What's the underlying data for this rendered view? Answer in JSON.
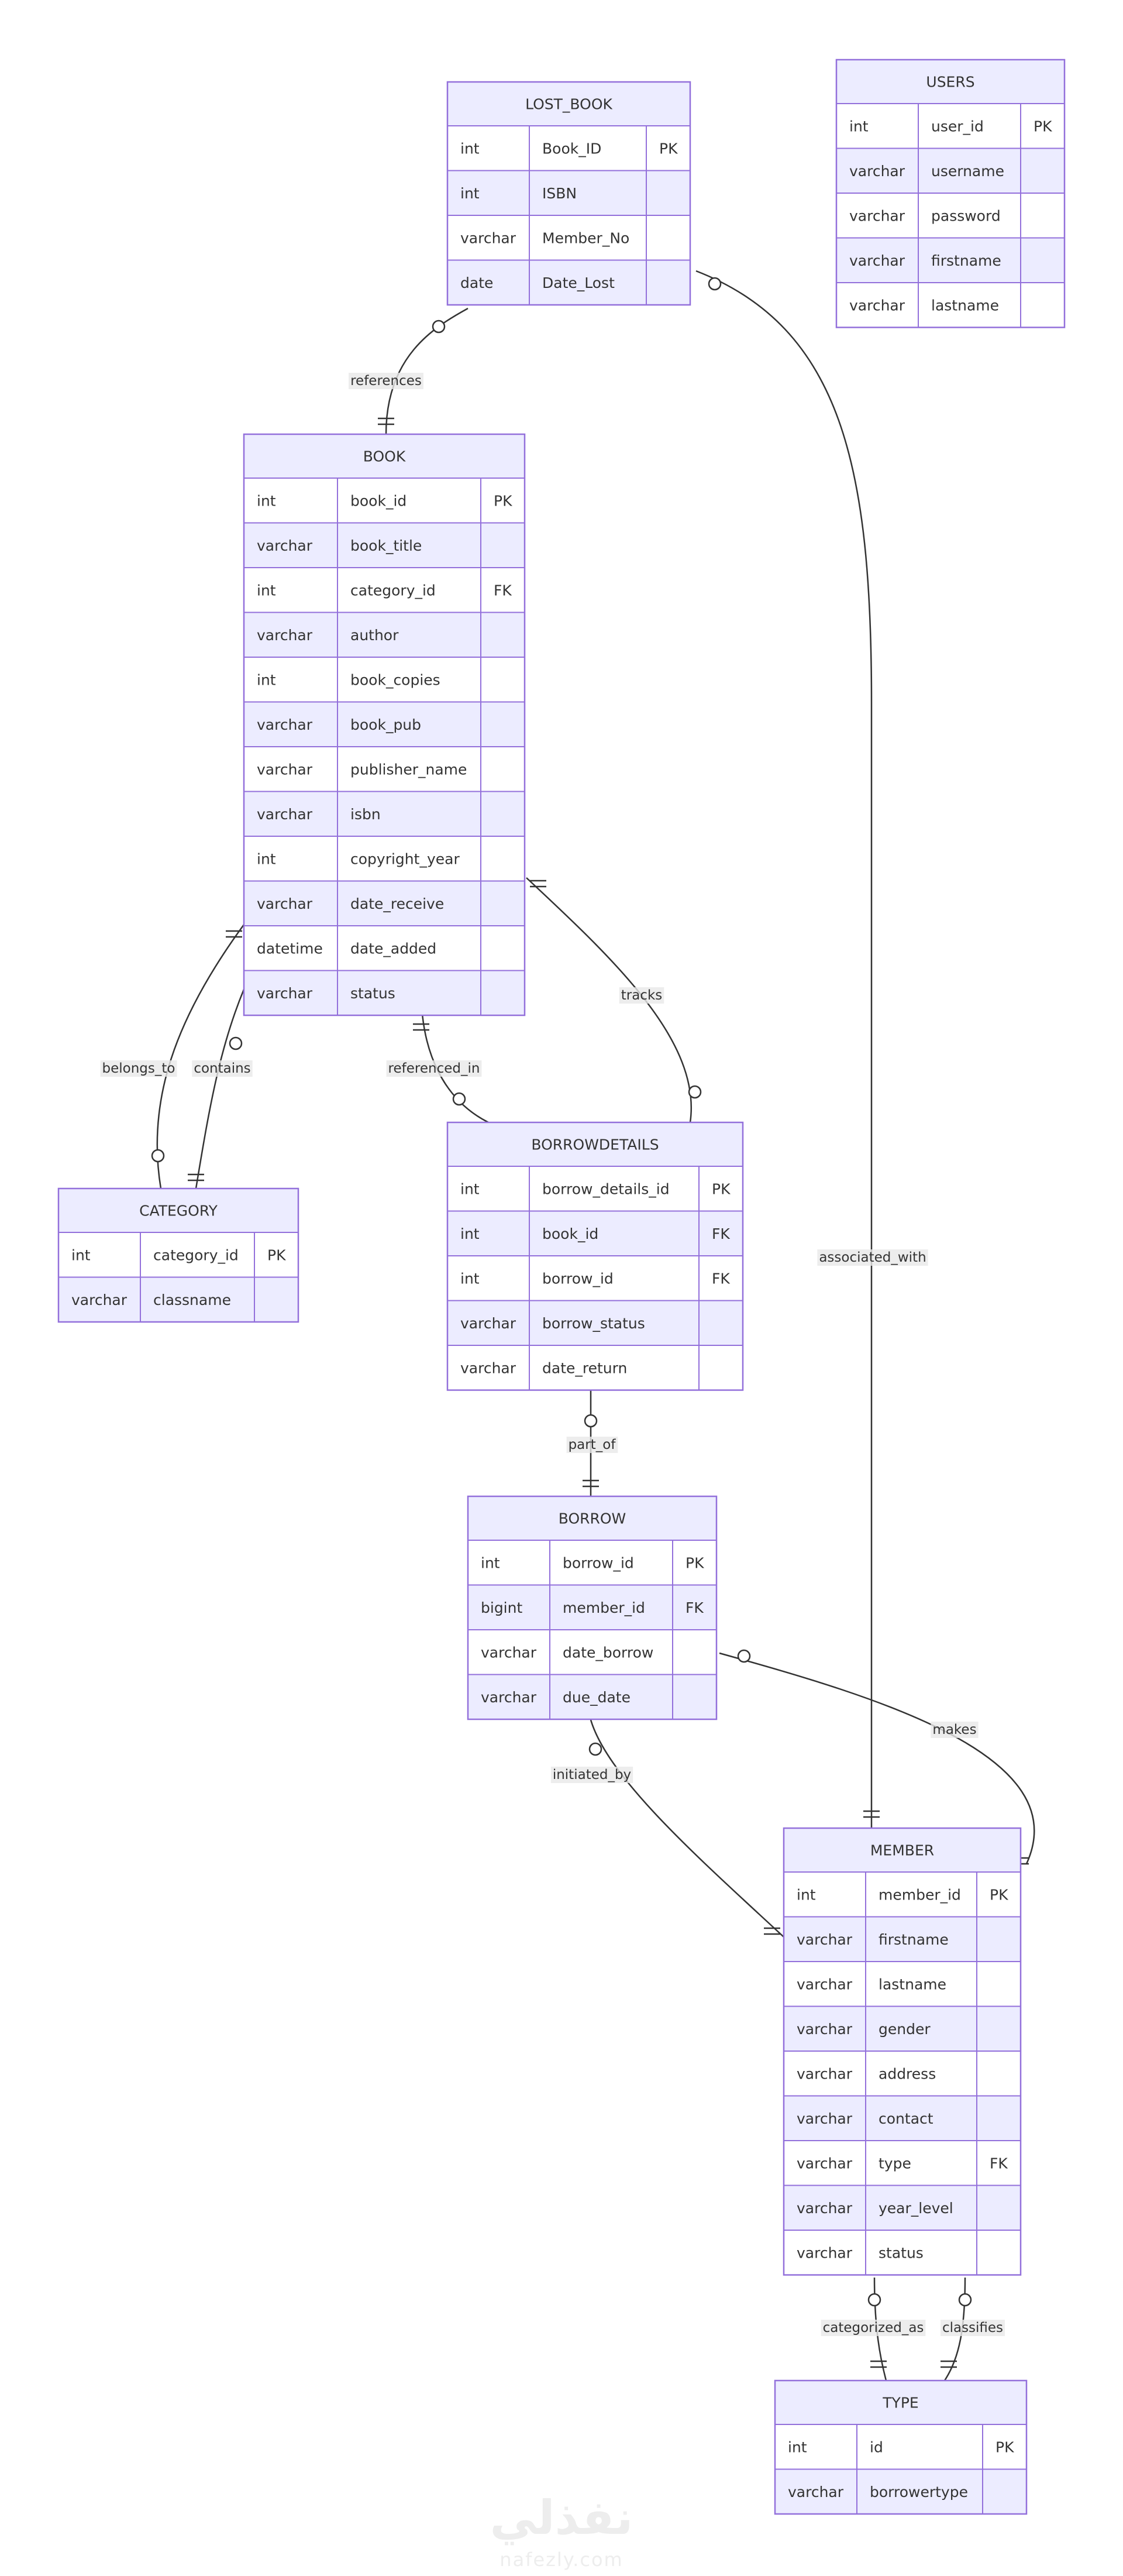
{
  "entities": [
    {
      "id": "LOST_BOOK",
      "attributes": [
        [
          "int",
          "Book_ID",
          "PK"
        ],
        [
          "int",
          "ISBN",
          ""
        ],
        [
          "varchar",
          "Member_No",
          ""
        ],
        [
          "date",
          "Date_Lost",
          ""
        ]
      ]
    },
    {
      "id": "USERS",
      "attributes": [
        [
          "int",
          "user_id",
          "PK"
        ],
        [
          "varchar",
          "username",
          ""
        ],
        [
          "varchar",
          "password",
          ""
        ],
        [
          "varchar",
          "firstname",
          ""
        ],
        [
          "varchar",
          "lastname",
          ""
        ]
      ]
    },
    {
      "id": "BOOK",
      "attributes": [
        [
          "int",
          "book_id",
          "PK"
        ],
        [
          "varchar",
          "book_title",
          ""
        ],
        [
          "int",
          "category_id",
          "FK"
        ],
        [
          "varchar",
          "author",
          ""
        ],
        [
          "int",
          "book_copies",
          ""
        ],
        [
          "varchar",
          "book_pub",
          ""
        ],
        [
          "varchar",
          "publisher_name",
          ""
        ],
        [
          "varchar",
          "isbn",
          ""
        ],
        [
          "int",
          "copyright_year",
          ""
        ],
        [
          "varchar",
          "date_receive",
          ""
        ],
        [
          "datetime",
          "date_added",
          ""
        ],
        [
          "varchar",
          "status",
          ""
        ]
      ]
    },
    {
      "id": "CATEGORY",
      "attributes": [
        [
          "int",
          "category_id",
          "PK"
        ],
        [
          "varchar",
          "classname",
          ""
        ]
      ]
    },
    {
      "id": "BORROWDETAILS",
      "attributes": [
        [
          "int",
          "borrow_details_id",
          "PK"
        ],
        [
          "int",
          "book_id",
          "FK"
        ],
        [
          "int",
          "borrow_id",
          "FK"
        ],
        [
          "varchar",
          "borrow_status",
          ""
        ],
        [
          "varchar",
          "date_return",
          ""
        ]
      ]
    },
    {
      "id": "BORROW",
      "attributes": [
        [
          "int",
          "borrow_id",
          "PK"
        ],
        [
          "bigint",
          "member_id",
          "FK"
        ],
        [
          "varchar",
          "date_borrow",
          ""
        ],
        [
          "varchar",
          "due_date",
          ""
        ]
      ]
    },
    {
      "id": "MEMBER",
      "attributes": [
        [
          "int",
          "member_id",
          "PK"
        ],
        [
          "varchar",
          "firstname",
          ""
        ],
        [
          "varchar",
          "lastname",
          ""
        ],
        [
          "varchar",
          "gender",
          ""
        ],
        [
          "varchar",
          "address",
          ""
        ],
        [
          "varchar",
          "contact",
          ""
        ],
        [
          "varchar",
          "type",
          "FK"
        ],
        [
          "varchar",
          "year_level",
          ""
        ],
        [
          "varchar",
          "status",
          ""
        ]
      ]
    },
    {
      "id": "TYPE",
      "attributes": [
        [
          "int",
          "id",
          "PK"
        ],
        [
          "varchar",
          "borrowertype",
          ""
        ]
      ]
    }
  ],
  "relationships": [
    {
      "label": "references",
      "from": "LOST_BOOK",
      "to": "BOOK"
    },
    {
      "label": "belongs_to",
      "from": "BOOK",
      "to": "CATEGORY"
    },
    {
      "label": "contains",
      "from": "CATEGORY",
      "to": "BOOK"
    },
    {
      "label": "referenced_in",
      "from": "BOOK",
      "to": "BORROWDETAILS"
    },
    {
      "label": "tracks",
      "from": "BOOK",
      "to": "BORROWDETAILS"
    },
    {
      "label": "part_of",
      "from": "BORROW",
      "to": "BORROWDETAILS"
    },
    {
      "label": "associated_with",
      "from": "MEMBER",
      "to": "LOST_BOOK"
    },
    {
      "label": "makes",
      "from": "MEMBER",
      "to": "BORROW"
    },
    {
      "label": "initiated_by",
      "from": "BORROW",
      "to": "MEMBER"
    },
    {
      "label": "categorized_as",
      "from": "TYPE",
      "to": "MEMBER"
    },
    {
      "label": "classifies",
      "from": "TYPE",
      "to": "MEMBER"
    }
  ],
  "watermark": {
    "main": "نفذلي",
    "sub": "nafezly.com"
  },
  "colors": {
    "header_fill": "#ECECFF",
    "row_odd": "#FFFFFF",
    "row_even": "#ECECFF",
    "border": "#9370DB",
    "line": "#333333",
    "text": "#333333"
  }
}
